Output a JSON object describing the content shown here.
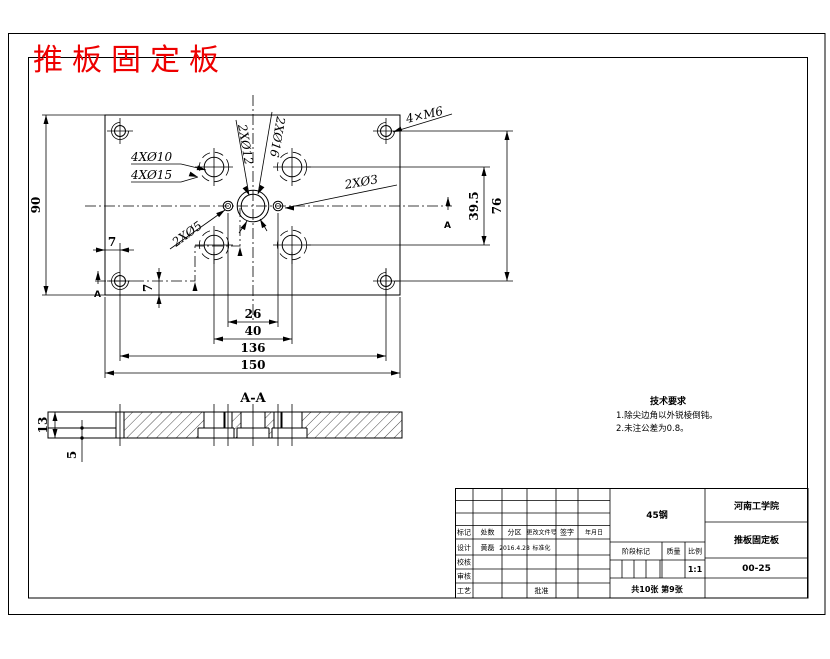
{
  "page": {
    "title": "推板固定板"
  },
  "plan": {
    "d90": "90",
    "d7_top": "7",
    "d7_bottom": "7",
    "d26": "26",
    "d40": "40",
    "d136": "136",
    "d150": "150",
    "d39_5": "39.5",
    "d76": "76",
    "l_4xd10": "4XØ10",
    "l_4xd15": "4XØ15",
    "l_2xd12": "2XØ12",
    "l_2xd16": "2XØ16",
    "l_2xd3": "2XØ3",
    "l_2xd5": "2XØ5",
    "l_4xm6": "4×M6"
  },
  "section": {
    "label": "A-A",
    "d13": "13",
    "d5": "5",
    "marker": "A"
  },
  "tech": {
    "heading": "技术要求",
    "line1": "1.除尖边角以外锐棱倒钝。",
    "line2": "2.未注公差为0.8。"
  },
  "title_block": {
    "material": "45钢",
    "institution": "河南工学院",
    "part_name": "推板固定板",
    "drawing_no": "00-25",
    "stage_mark_label": "阶段标记",
    "mass_label": "质量",
    "scale_label": "比例",
    "scale_value": "1:1",
    "sheet_info": "共10张 第9张",
    "header": {
      "mark": "标记",
      "count": "处数",
      "zone": "分区",
      "change_doc": "更改文件号",
      "signature": "签字",
      "date": "年月日"
    },
    "rows": {
      "design": "设计",
      "check": "校核",
      "audit": "审核",
      "process": "工艺",
      "standardize": "标准化",
      "approve": "批准",
      "designer_name": "黄磊",
      "design_date": "2016.4.28"
    }
  }
}
